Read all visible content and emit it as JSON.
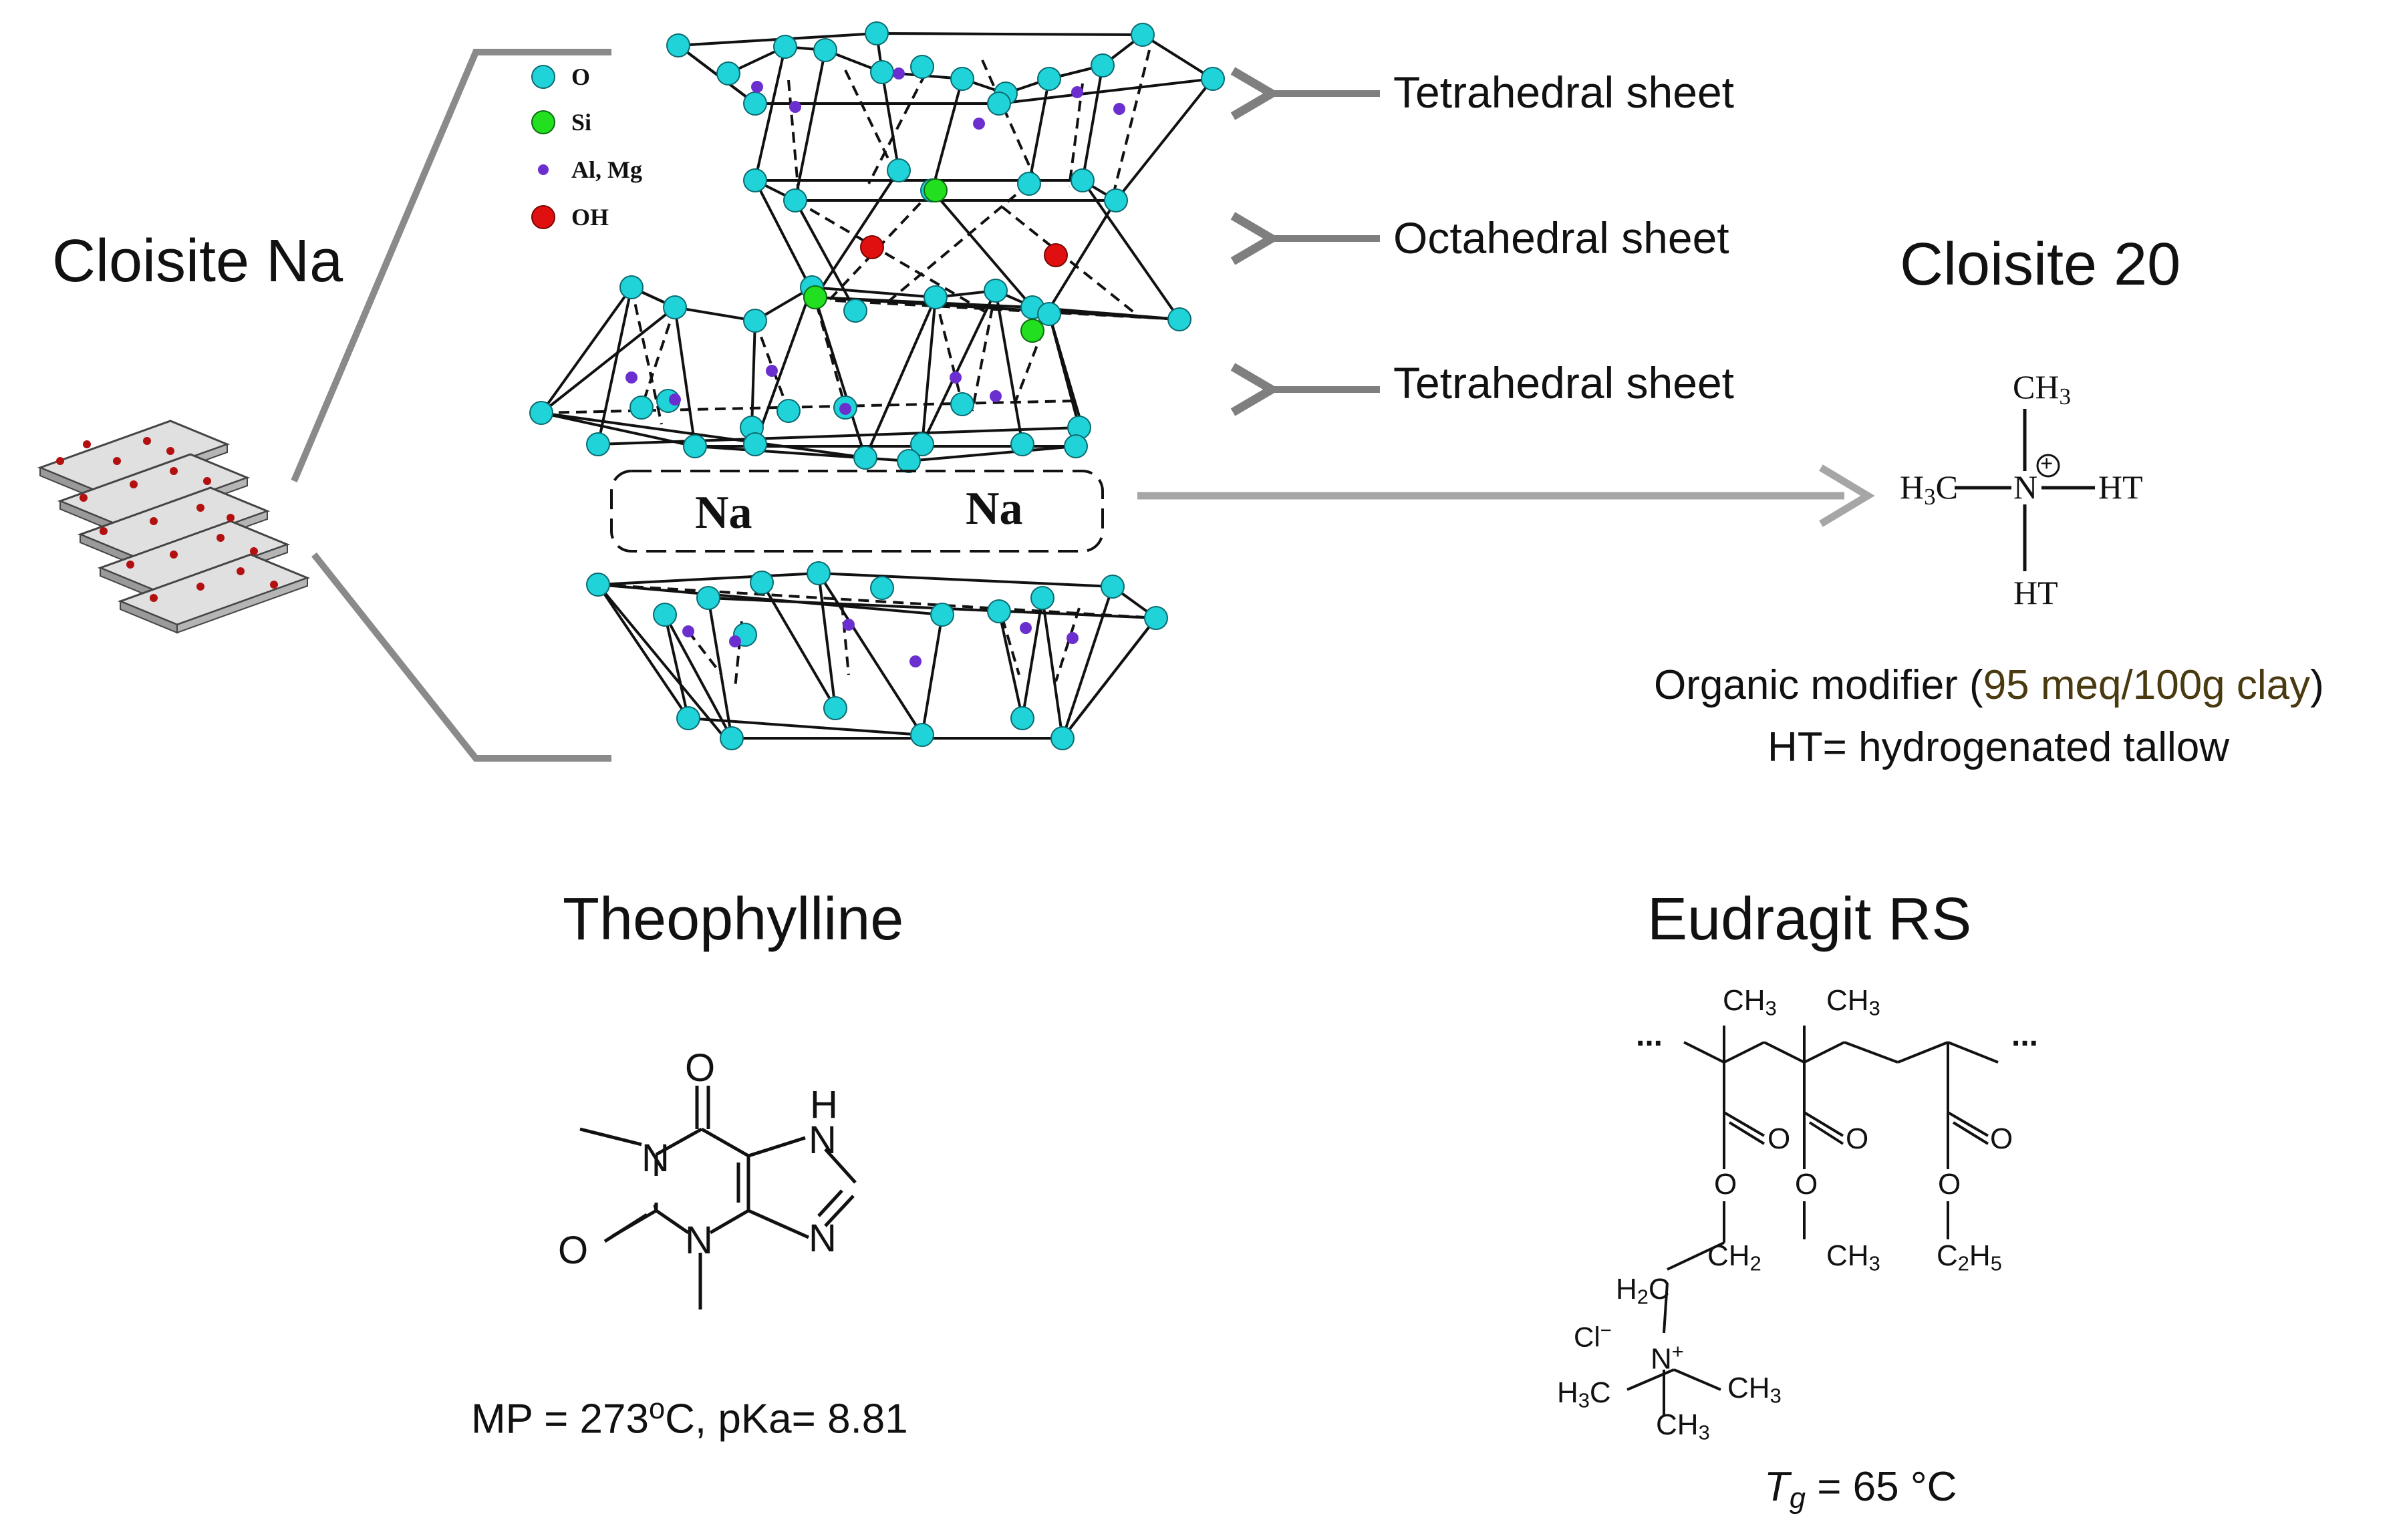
{
  "legend": {
    "o": "O",
    "si": "Si",
    "al_mg": "Al, Mg",
    "oh": "OH"
  },
  "colors": {
    "oxygen": "#1fd3d8",
    "silicon": "#22e01f",
    "al_mg": "#6b2fd0",
    "hydroxyl": "#e01010",
    "arrow": "#7f7f7f",
    "bracket": "#8a8a8a"
  },
  "cloisite_na": {
    "title": "Cloisite Na"
  },
  "sheets": {
    "tetra_top": "Tetrahedral sheet",
    "octa": "Octahedral sheet",
    "tetra_bottom": "Tetrahedral sheet"
  },
  "interlayer": {
    "cation_left": "Na",
    "cation_right": "Na"
  },
  "cloisite20": {
    "title": "Cloisite 20",
    "ch3": "CH",
    "ch3_sub": "3",
    "h3c_h": "H",
    "h3c_sub": "3",
    "h3c_c": "C",
    "n": "N",
    "plus": "+",
    "ht_right": "HT",
    "ht_bottom": "HT",
    "modifier_prefix": "Organic modifier (",
    "modifier_value": "95 meq/100g clay",
    "modifier_suffix": ")",
    "ht_definition": "HT= hydrogenated tallow"
  },
  "theophylline": {
    "title": "Theophylline",
    "o_top": "O",
    "h": "H",
    "n_right_top": "N",
    "n_left": "N",
    "o_left": "O",
    "n_bottom": "N",
    "n_right_bottom": "N",
    "mp_prefix": "MP = 273",
    "mp_sup": "o",
    "mp_suffix": "C, pKa= 8.81"
  },
  "eudragit": {
    "title": "Eudragit RS",
    "dots_left": "...",
    "dots_right": "...",
    "ch3_a": "CH",
    "ch3_b": "CH",
    "sub3": "3",
    "o1": "O",
    "o2": "O",
    "o3": "O",
    "oe1": "O",
    "oe2": "O",
    "oe3": "O",
    "ch2": "CH",
    "sub2": "2",
    "ch3_ester": "CH",
    "c2h5_c": "C",
    "c2h5_h": "H",
    "sub5": "5",
    "h2c_h": "H",
    "h2c_c": "C",
    "cl": "Cl",
    "minus": "−",
    "n": "N",
    "plus": "+",
    "h3c_h": "H",
    "h3c_c": "C",
    "ch3_n_right": "CH",
    "ch3_n_bottom": "CH",
    "tg_t": "T",
    "tg_g": "g",
    "tg_value": " = 65 °C"
  }
}
